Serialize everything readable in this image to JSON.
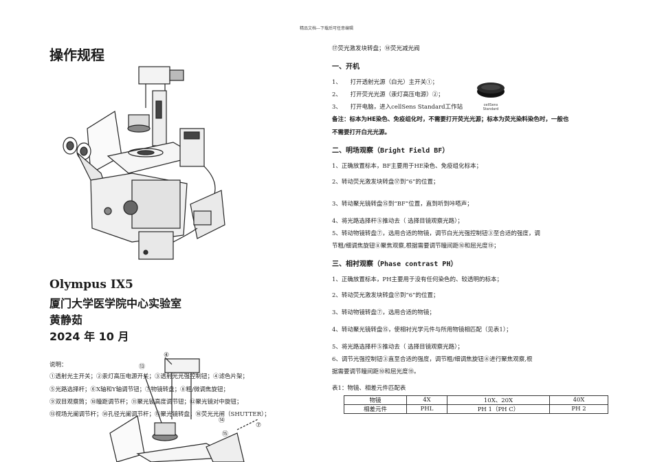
{
  "header_note": "精品文档---下载后可任意编辑",
  "title": "操作规程",
  "model": "Olympus IX5",
  "org": "厦门大学医学院中心实验室",
  "author": "黄静茹",
  "date": "2024 年 10 月",
  "legend": {
    "heading": "说明：",
    "lines": [
      "①透射光主开关；②汞灯高压电源开关；③透射光光强控制钮；④滤色片架；",
      "⑤光路选择杆；⑥X轴和Y轴调节钮；⑦物镜转盘；⑧粗/微调焦旋钮；",
      "⑨双目观察筒；⑩瞳距调节杆；⑪聚光镜高度调节钮；⑫聚光镜对中旋钮；",
      "⑬视场光阑调节杆；⑭孔径光阑调节杆；⑮聚光镜转盘；⑯荧光光闸（SHUTTER）；"
    ]
  },
  "figure_callouts": [
    "④",
    "⑬",
    "⑭",
    "⑮",
    "⑦"
  ],
  "right": {
    "top_line": "⑰荧光激发块转盘；⑱荧光减光阀",
    "s1_heading": "一、开机",
    "s1_items": [
      "1、　　打开透射光源（白光）主开关①；",
      "2、　　打开荧光光源（汞灯高压电源）②；",
      "3、　　打开电脑，进入cellSens Standard工作站"
    ],
    "icon_label1": "cellSens",
    "icon_label2": "Standard",
    "note1": "备注：标本为HE染色、免疫组化时，不需要打开荧光光源；标本为荧光染料染色时，一般也",
    "note2": "不需要打开白光光源。",
    "s2_heading": "二、明场观察（Bright Field BF）",
    "s2_items": [
      "1、正确放置标本，BF主要用于HE染色、免疫组化标本；",
      "2、转动荧光激发块转盘⑰到“6”的位置；",
      "3、转动聚光镜转盘⑮到“BF”位置，直到听到咔嗒声；",
      "4、将光路选择杆⑤推动去（ 选择目镜观察光路）；",
      "5、转动物镜转盘⑦，选用合适的物镜，调节白光光强控制钮③至合适的强度，调",
      "节粗/细调焦旋钮⑧聚焦观察,根据需要调节瞳间距⑩和屈光度⑲；"
    ],
    "s3_heading": "三、相衬观察（Phase contrast PH）",
    "s3_items": [
      "1、正确放置标本，PH主要用于没有任何染色的、较透明的标本；",
      "2、转动荧光激发块转盘⑰到“6”的位置；",
      "3、转动物镜转盘⑦，选用合适的物镜；",
      "4、转动聚光镜转盘⑮，使相衬光学元件与所用物镜相匹配（见表1）；",
      "5、将光路选择杆⑤推动去（ 选择目镜观察光路）；",
      "6、调节光强控制钮③直至合适的强度，调节粗/细调焦旋钮⑧进行聚焦观察,根",
      "据需要调节瞳间距⑩和屈光度⑲。"
    ],
    "table_caption": "表1：物镜、相差元件匹配表",
    "table": [
      [
        "物镜",
        "4X",
        "10X、20X",
        "40X"
      ],
      [
        "相差元件",
        "PHL",
        "PH 1（PH C）",
        "PH 2"
      ]
    ]
  }
}
